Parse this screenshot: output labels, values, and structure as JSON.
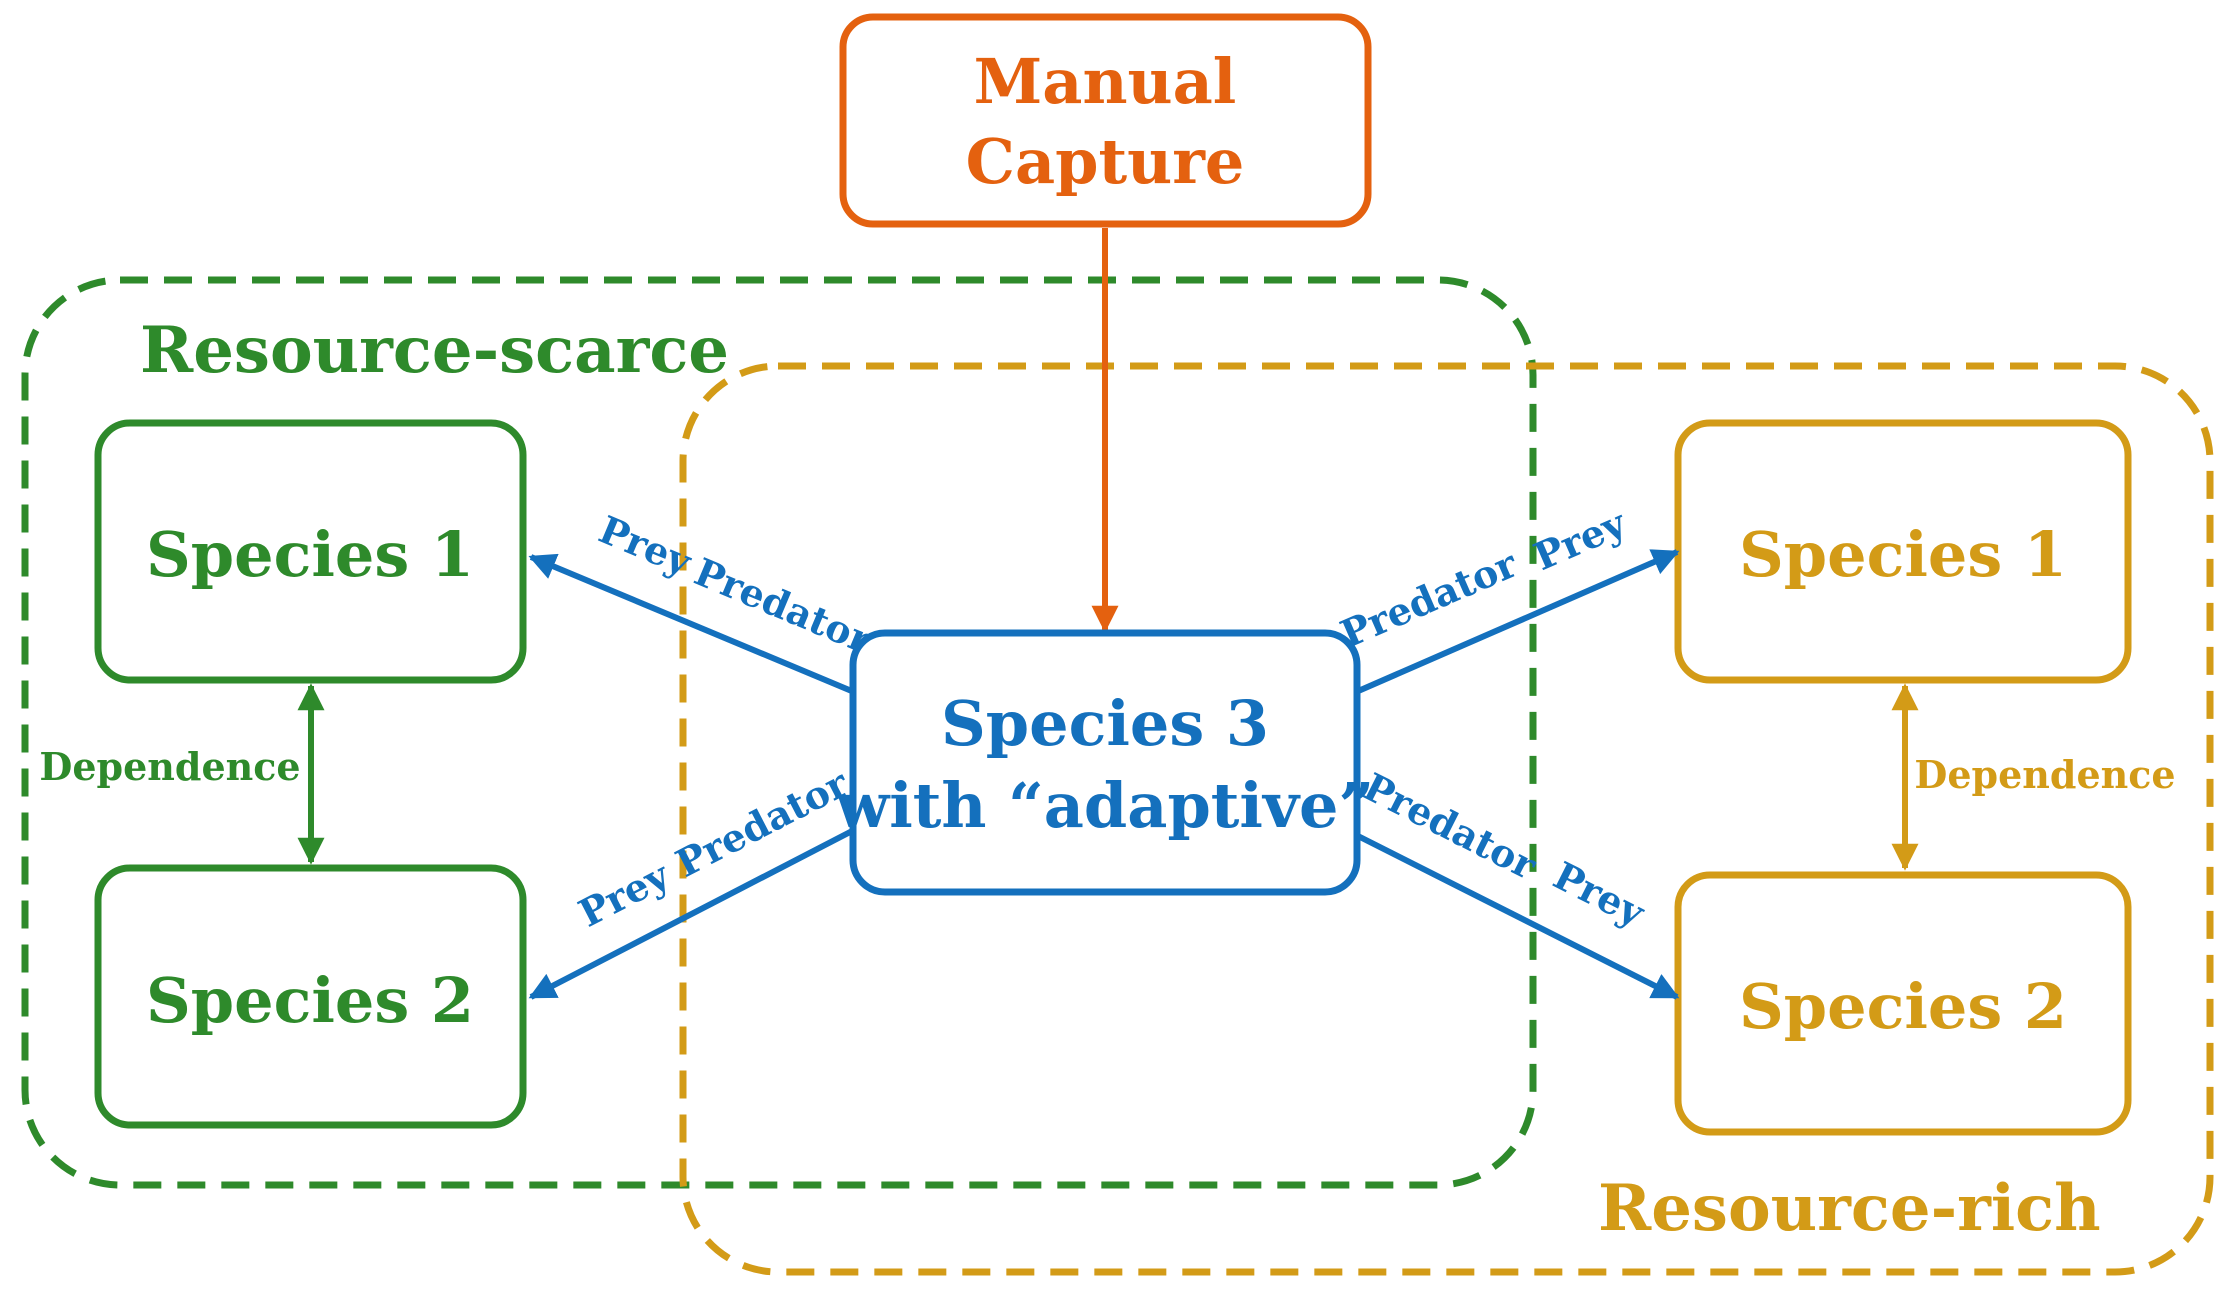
{
  "colors": {
    "green": "#2e8a2b",
    "gold": "#d39b17",
    "blue": "#1470bd",
    "orange": "#e4610f"
  },
  "regions": {
    "scarce_label": "Resource-scarce",
    "rich_label": "Resource-rich"
  },
  "nodes": {
    "manual_capture": [
      "Manual",
      "Capture"
    ],
    "species3": [
      "Species 3",
      "with “adaptive”"
    ],
    "left_species1": "Species 1",
    "left_species2": "Species 2",
    "right_species1": "Species 1",
    "right_species2": "Species 2"
  },
  "edges": {
    "dependence_left": "Dependence",
    "dependence_right": "Dependence",
    "prey": "Prey",
    "predator": "Predator"
  }
}
